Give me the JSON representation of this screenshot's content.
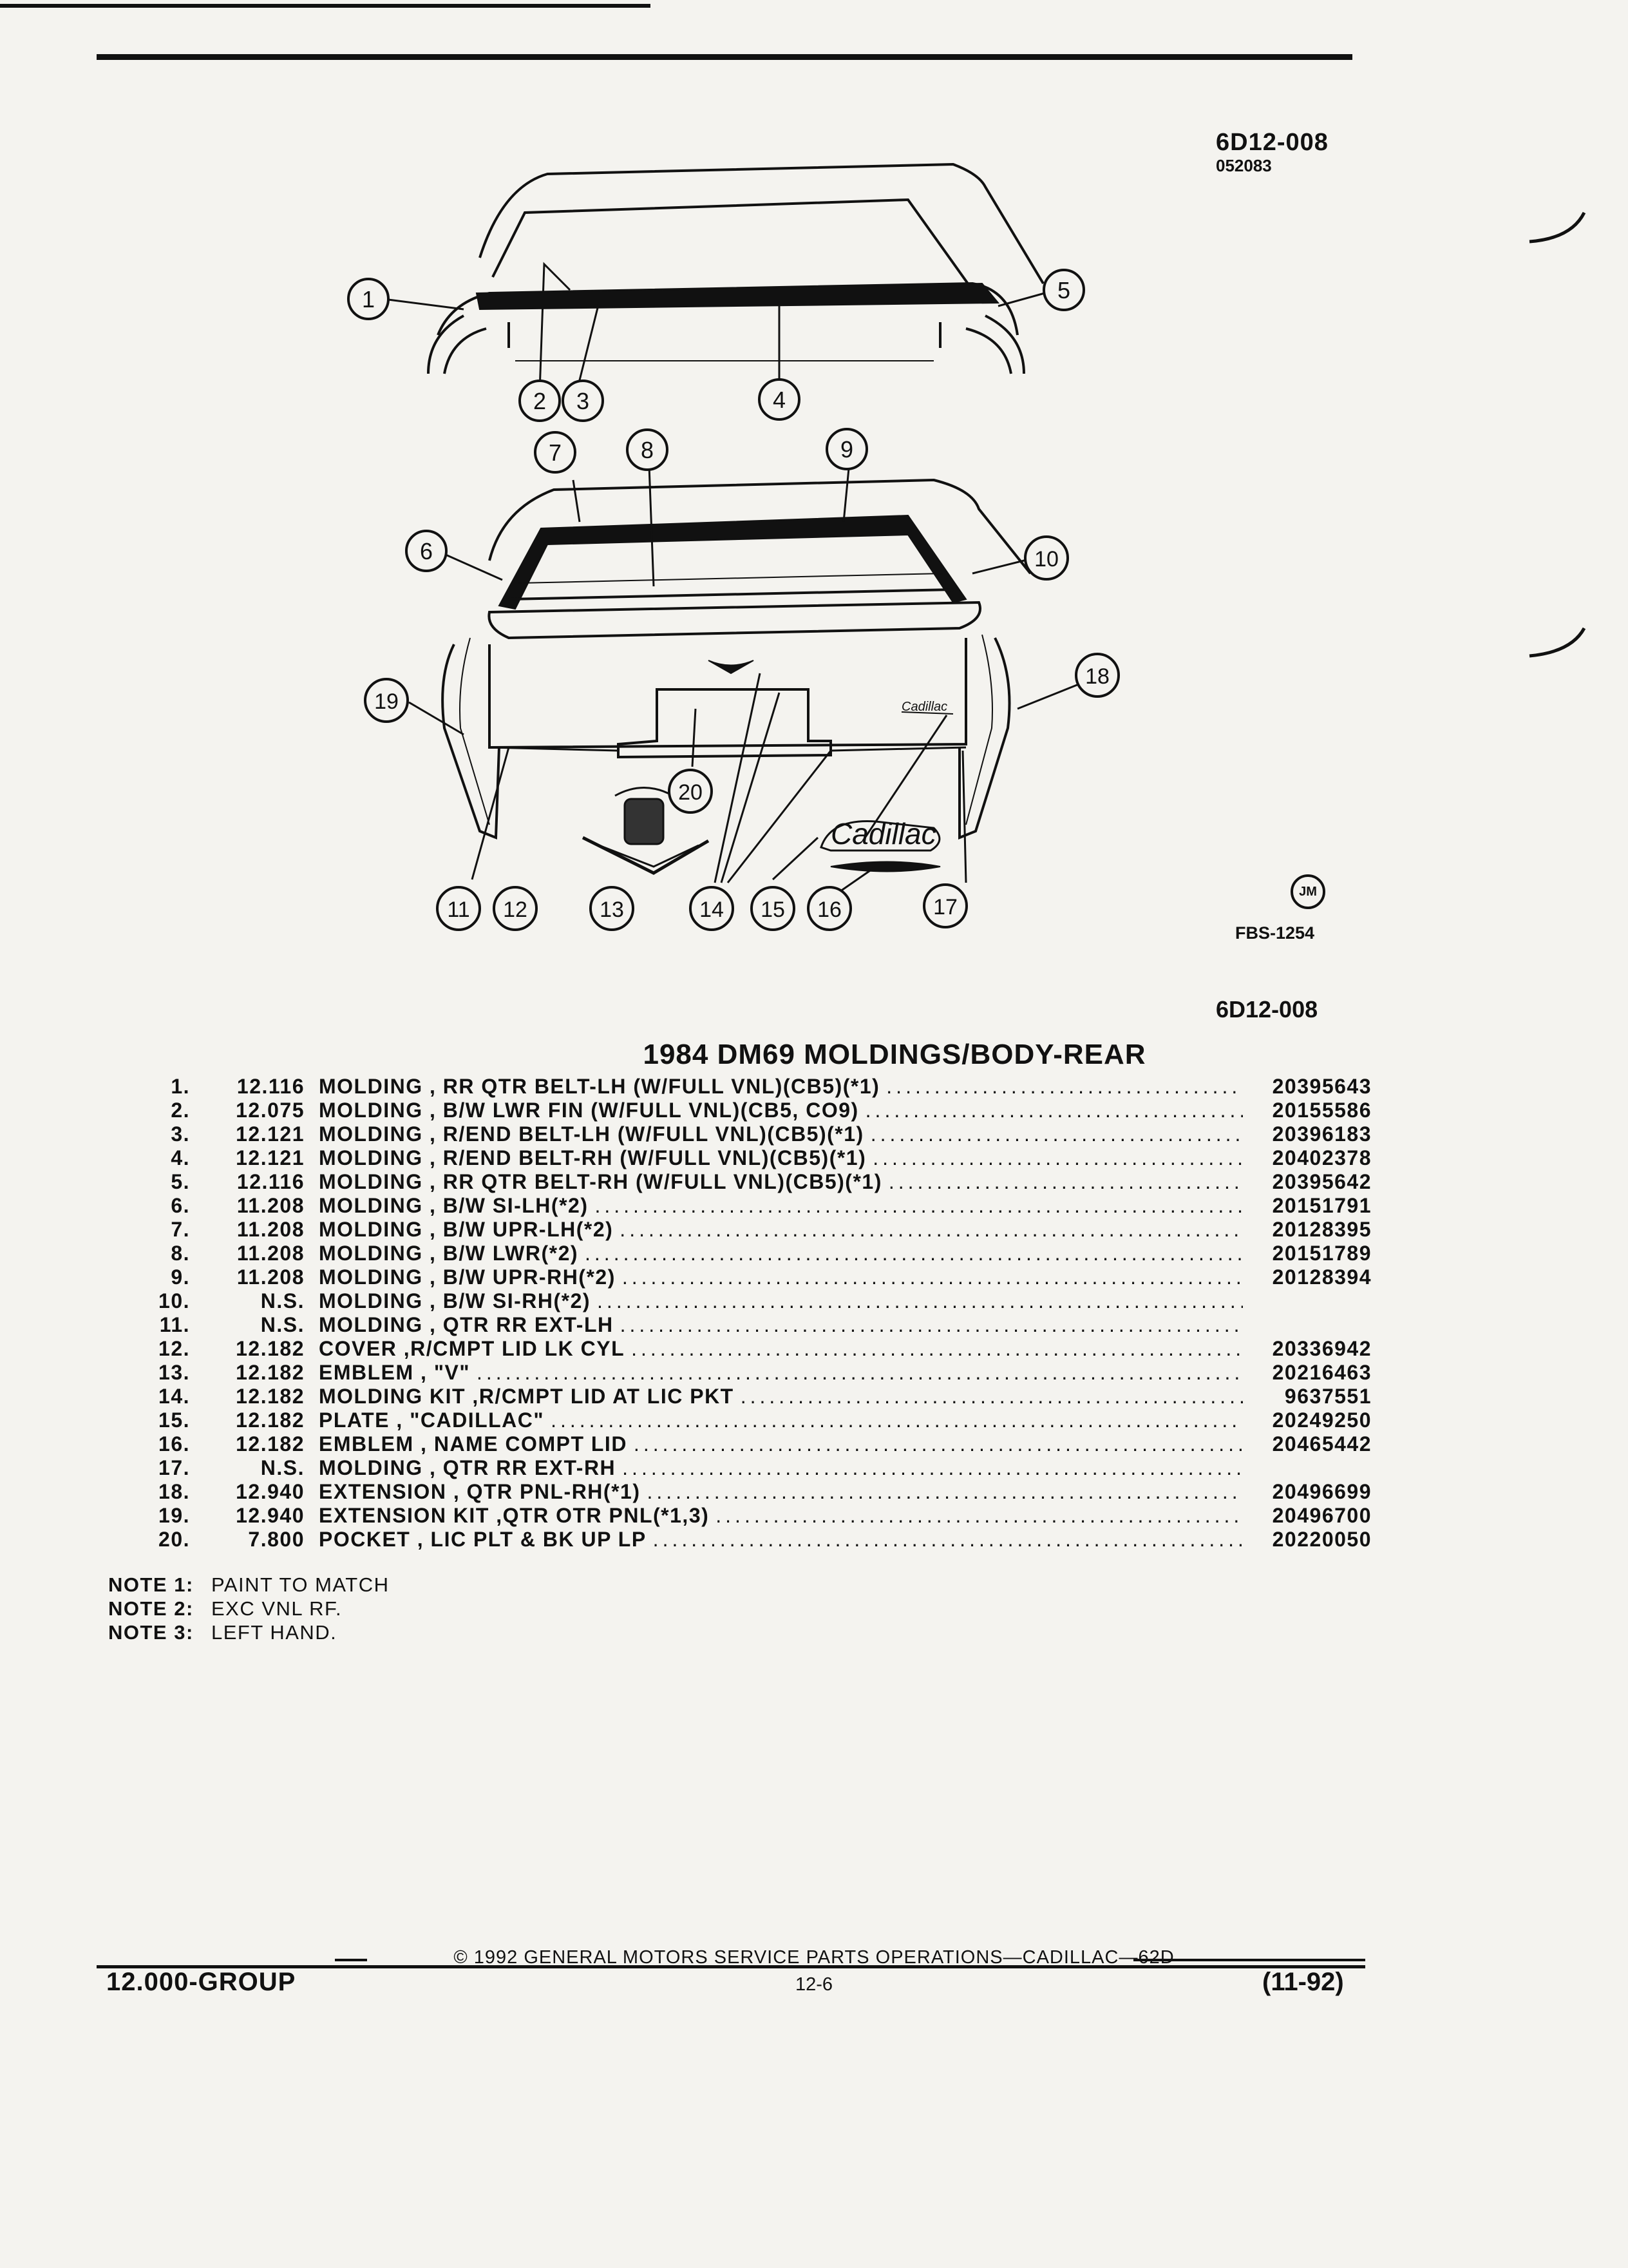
{
  "header": {
    "doc_code": "6D12-008",
    "doc_date": "052083",
    "illustration_id": "FBS-1254",
    "initials": "JM",
    "code_repeat": "6D12-008"
  },
  "title": "1984 DM69 MOLDINGS/BODY-REAR",
  "callouts": [
    "1",
    "2",
    "3",
    "4",
    "5",
    "6",
    "7",
    "8",
    "9",
    "10",
    "11",
    "12",
    "13",
    "14",
    "15",
    "16",
    "17",
    "18",
    "19",
    "20"
  ],
  "parts": [
    {
      "num": "1.",
      "group": "12.116",
      "desc": "MOLDING , RR QTR BELT-LH (W/FULL VNL)(CB5)(*1)",
      "part": "20395643"
    },
    {
      "num": "2.",
      "group": "12.075",
      "desc": "MOLDING , B/W LWR FIN (W/FULL VNL)(CB5, CO9)",
      "part": "20155586"
    },
    {
      "num": "3.",
      "group": "12.121",
      "desc": "MOLDING , R/END BELT-LH (W/FULL VNL)(CB5)(*1)",
      "part": "20396183"
    },
    {
      "num": "4.",
      "group": "12.121",
      "desc": "MOLDING , R/END BELT-RH (W/FULL VNL)(CB5)(*1)",
      "part": "20402378"
    },
    {
      "num": "5.",
      "group": "12.116",
      "desc": "MOLDING , RR QTR BELT-RH (W/FULL VNL)(CB5)(*1)",
      "part": "20395642"
    },
    {
      "num": "6.",
      "group": "11.208",
      "desc": "MOLDING , B/W SI-LH(*2)",
      "part": "20151791"
    },
    {
      "num": "7.",
      "group": "11.208",
      "desc": "MOLDING , B/W UPR-LH(*2)",
      "part": "20128395"
    },
    {
      "num": "8.",
      "group": "11.208",
      "desc": "MOLDING , B/W LWR(*2)",
      "part": "20151789"
    },
    {
      "num": "9.",
      "group": "11.208",
      "desc": "MOLDING , B/W UPR-RH(*2)",
      "part": "20128394"
    },
    {
      "num": "10.",
      "group": "N.S.",
      "desc": "MOLDING , B/W SI-RH(*2)",
      "part": ""
    },
    {
      "num": "11.",
      "group": "N.S.",
      "desc": "MOLDING , QTR RR EXT-LH",
      "part": ""
    },
    {
      "num": "12.",
      "group": "12.182",
      "desc": "COVER ,R/CMPT LID LK CYL",
      "part": "20336942"
    },
    {
      "num": "13.",
      "group": "12.182",
      "desc": "EMBLEM , \"V\"",
      "part": "20216463"
    },
    {
      "num": "14.",
      "group": "12.182",
      "desc": "MOLDING KIT ,R/CMPT LID AT LIC PKT",
      "part": "9637551"
    },
    {
      "num": "15.",
      "group": "12.182",
      "desc": "PLATE , \"CADILLAC\"",
      "part": "20249250"
    },
    {
      "num": "16.",
      "group": "12.182",
      "desc": "EMBLEM , NAME COMPT LID",
      "part": "20465442"
    },
    {
      "num": "17.",
      "group": "N.S.",
      "desc": "MOLDING , QTR RR EXT-RH",
      "part": ""
    },
    {
      "num": "18.",
      "group": "12.940",
      "desc": "EXTENSION , QTR PNL-RH(*1)",
      "part": "20496699"
    },
    {
      "num": "19.",
      "group": "12.940",
      "desc": "EXTENSION KIT ,QTR OTR PNL(*1,3)",
      "part": "20496700"
    },
    {
      "num": "20.",
      "group": "7.800",
      "desc": "POCKET , LIC PLT & BK UP LP",
      "part": "20220050"
    }
  ],
  "notes": [
    {
      "label": "NOTE 1:",
      "text": "PAINT TO MATCH"
    },
    {
      "label": "NOTE 2:",
      "text": "EXC VNL RF."
    },
    {
      "label": "NOTE 3:",
      "text": "LEFT HAND."
    }
  ],
  "footer": {
    "copyright": "© 1992 GENERAL MOTORS SERVICE PARTS OPERATIONS—CADILLAC—62D",
    "group": "12.000-GROUP",
    "page": "12-6",
    "date": "(11-92)"
  },
  "badge_text": "Cadillac"
}
